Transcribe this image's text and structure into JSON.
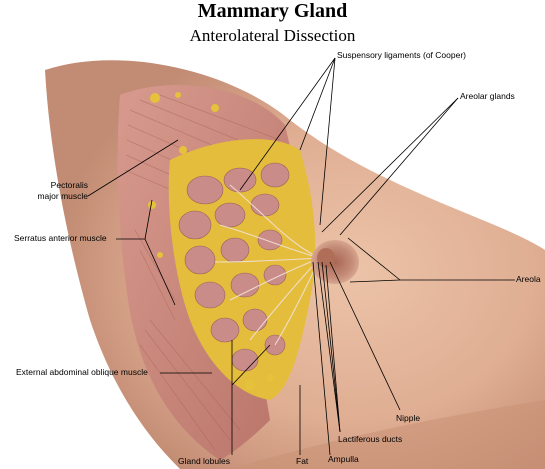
{
  "title": "Mammary Gland",
  "subtitle": "Anterolateral Dissection",
  "labels": {
    "suspensory": "Suspensory ligaments (of Cooper)",
    "areolar_glands": "Areolar glands",
    "pectoralis_line1": "Pectoralis",
    "pectoralis_line2": "major muscle",
    "serratus": "Serratus anterior muscle",
    "areola": "Areola",
    "external_oblique": "External abdominal oblique muscle",
    "nipple": "Nipple",
    "lactiferous": "Lactiferous ducts",
    "gland_lobules": "Gland lobules",
    "fat": "Fat",
    "ampulla": "Ampulla"
  },
  "colors": {
    "skin": "#e2b59b",
    "skin_shadow": "#b98167",
    "muscle": "#c9877d",
    "fat": "#e7c23a",
    "gland": "#c98c88",
    "areola": "#c58e7a",
    "nipple": "#b7765f",
    "leader": "#000000"
  }
}
